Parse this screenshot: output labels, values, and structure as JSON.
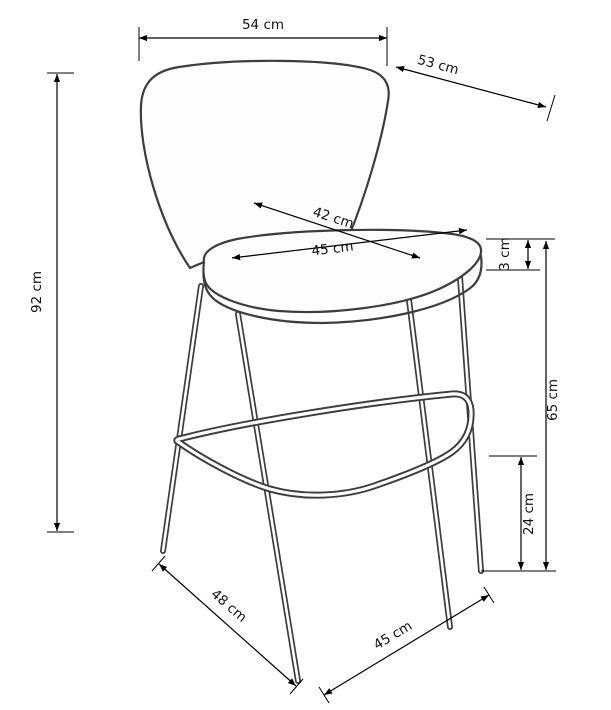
{
  "figure": {
    "type": "technical-dimension-diagram",
    "unit": "cm",
    "colors": {
      "dimension_lines": "#000000",
      "object_outline": "#3d3d3d",
      "background": "#ffffff"
    },
    "labels": {
      "top_width": "54 cm",
      "backrest_width": "53 cm",
      "overall_height": "92 cm",
      "seat_depth": "42 cm",
      "seat_width": "45 cm",
      "seat_thickness": "3 cm",
      "seat_height": "65 cm",
      "footrest_height": "24 cm",
      "base_depth": "48 cm",
      "base_width": "45 cm"
    }
  }
}
